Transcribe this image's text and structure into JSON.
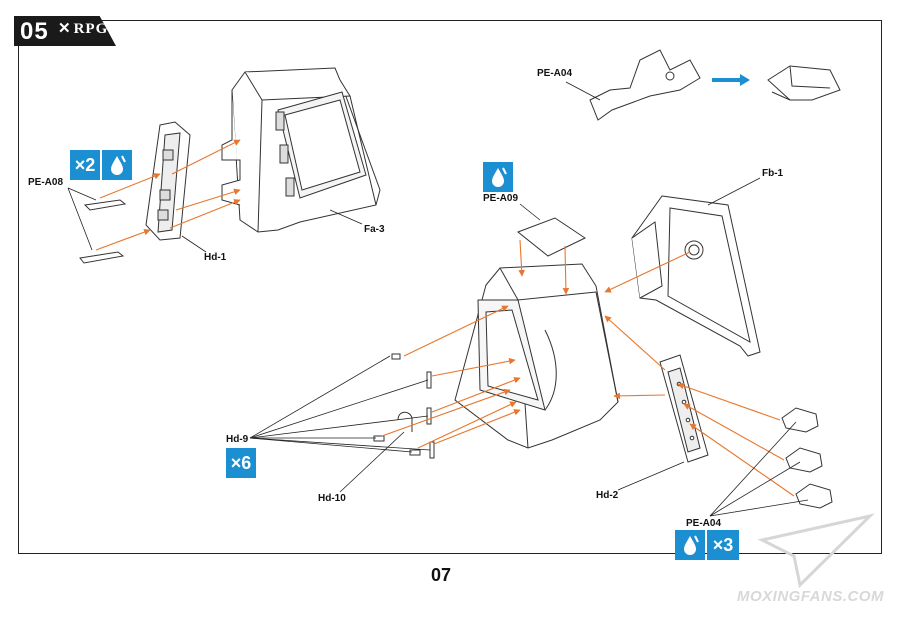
{
  "header": {
    "step_number": "05",
    "brand": "RPG"
  },
  "labels": {
    "pe_a08": "PE-A08",
    "hd_1": "Hd-1",
    "fa_3": "Fa-3",
    "pe_a04_top": "PE-A04",
    "pe_a09": "PE-A09",
    "fb_1": "Fb-1",
    "hd_9": "Hd-9",
    "hd_10": "Hd-10",
    "hd_2": "Hd-2",
    "pe_a04_bottom": "PE-A04"
  },
  "badges": {
    "qty_x2": "×2",
    "qty_x6": "×6",
    "qty_x3": "×3"
  },
  "footer": {
    "page_number": "07",
    "watermark": "MOXINGFANS.COM"
  },
  "colors": {
    "arrow": "#e8772e",
    "accent": "#1b8fd1",
    "watermark": "#d8d8d8"
  }
}
